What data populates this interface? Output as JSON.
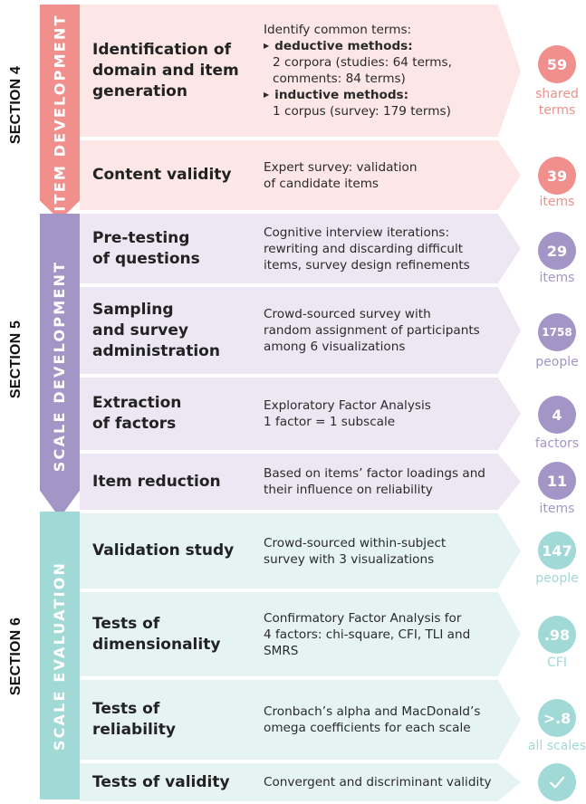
{
  "colors": {
    "dev": "#f08f8c",
    "dev_row": "#fce7e6",
    "scale": "#a495c7",
    "scale_row": "#ece7f2",
    "eval": "#a1d9d6",
    "eval_row": "#e5f4f3"
  },
  "sections": [
    {
      "label": "SECTION 4"
    },
    {
      "label": "SECTION 5"
    },
    {
      "label": "SECTION 6"
    }
  ],
  "phases": [
    {
      "label": "ITEM DEVELOPMENT"
    },
    {
      "label": "SCALE DEVELOPMENT"
    },
    {
      "label": "SCALE EVALUATION"
    }
  ],
  "steps": [
    {
      "title": "Identification of\ndomain and item\ngeneration",
      "desc_intro": "Identify common terms:",
      "deductive_label": "deductive methods:",
      "deductive_detail": "2 corpora (studies: 64 terms,",
      "deductive_detail2": "comments: 84 terms)",
      "inductive_label": "inductive methods:",
      "inductive_detail": "1 corpus (survey: 179 terms)",
      "badge": "59",
      "unit": "shared\nterms"
    },
    {
      "title": "Content validity",
      "desc": "Expert survey: validation\nof candidate items",
      "badge": "39",
      "unit": "items"
    },
    {
      "title": "Pre-testing\nof questions",
      "desc": "Cognitive interview iterations:\nrewriting and discarding difficult\nitems, survey design refinements",
      "badge": "29",
      "unit": "items"
    },
    {
      "title": "Sampling\nand survey\nadministration",
      "desc": "Crowd-sourced survey with\nrandom assignment of participants\namong 6 visualizations",
      "badge": "1758",
      "unit": "people"
    },
    {
      "title": "Extraction\nof factors",
      "desc": "Exploratory Factor Analysis\n1 factor = 1 subscale",
      "badge": "4",
      "unit": "factors"
    },
    {
      "title": "Item reduction",
      "desc": "Based on items’ factor loadings and\ntheir influence on reliability",
      "badge": "11",
      "unit": "items"
    },
    {
      "title": "Validation study",
      "desc": "Crowd-sourced within-subject\nsurvey with 3 visualizations",
      "badge": "147",
      "unit": "people"
    },
    {
      "title": "Tests of\ndimensionality",
      "desc": "Confirmatory Factor Analysis for\n4 factors: chi-square, CFI, TLI and\nSMRS",
      "badge": ".98",
      "unit": "CFI"
    },
    {
      "title": "Tests of reliability",
      "desc": "Cronbach’s alpha and MacDonald’s\nomega coefficients for each scale",
      "badge": ">.8",
      "unit": "all scales"
    },
    {
      "title": "Tests of validity",
      "desc": "Convergent and discriminant validity",
      "badge_icon": "checkmark-icon",
      "unit": ""
    }
  ]
}
